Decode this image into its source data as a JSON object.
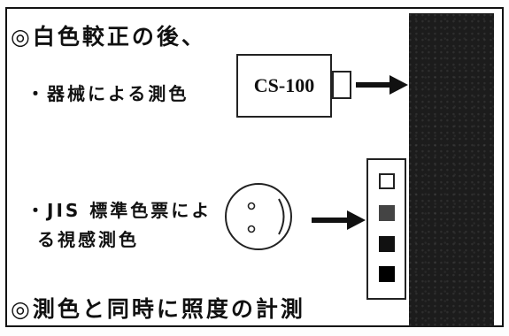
{
  "heading1": "◎白色較正の後、",
  "item1": "・器械による測色",
  "device": {
    "label": "CS-100"
  },
  "item2_line1": "・JIS 標準色票によ",
  "item2_line2": "る視感測色",
  "heading2": "◎測色と同時に照度の計測",
  "swatches": [
    {
      "color": "#ffffff",
      "border": "#222222"
    },
    {
      "color": "#444444",
      "border": "#444444"
    },
    {
      "color": "#111111",
      "border": "#111111"
    },
    {
      "color": "#000000",
      "border": "#000000"
    }
  ],
  "colors": {
    "panel": "#1c1c1c",
    "ink": "#111111"
  }
}
